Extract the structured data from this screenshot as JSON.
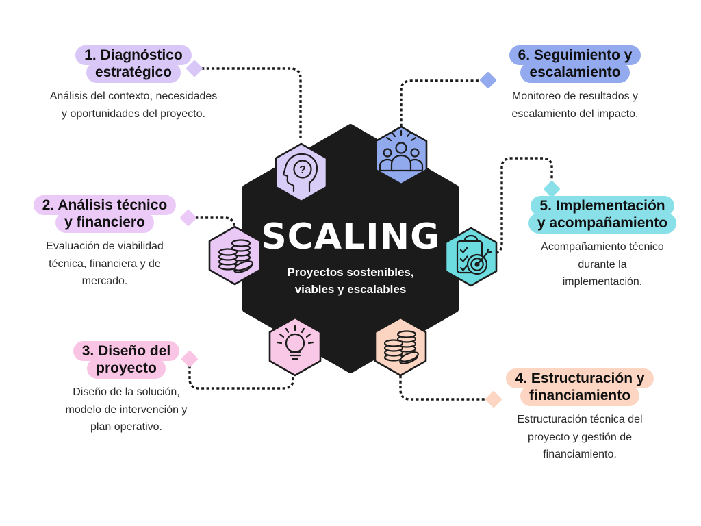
{
  "colors": {
    "center_hex": "#1b1b1b",
    "connector": "#1c1c1c",
    "background": "#ffffff"
  },
  "glyphs": {
    "question": "?"
  },
  "center": {
    "title": "SCALING",
    "subtitle": "Proyectos sostenibles,\nviables y escalables"
  },
  "steps": [
    {
      "title_lines": [
        "1. Diagnóstico",
        "estratégico"
      ],
      "description": "Análisis del contexto, necesidades\ny oportunidades del proyecto.",
      "accent": "#d9c8f7",
      "hex_color": "#d8cdf6",
      "icon": "head-question-icon"
    },
    {
      "title_lines": [
        "2. Análisis técnico",
        "y financiero"
      ],
      "description": "Evaluación de viabilidad\ntécnica, financiera y de\nmercado.",
      "accent": "#eccaf8",
      "hex_color": "#eac8f6",
      "icon": "coins-icon"
    },
    {
      "title_lines": [
        "3. Diseño del",
        "proyecto"
      ],
      "description": "Diseño de la solución,\nmodelo de intervención y\nplan operativo.",
      "accent": "#fac5e5",
      "hex_color": "#f9c8e6",
      "icon": "lightbulb-icon"
    },
    {
      "title_lines": [
        "4. Estructuración y",
        "financiamiento"
      ],
      "description": "Estructuración técnica del\nproyecto y gestión de\nfinanciamiento.",
      "accent": "#fcd6c2",
      "hex_color": "#fbd5c2",
      "icon": "coins-icon"
    },
    {
      "title_lines": [
        "5. Implementación",
        "y acompañamiento"
      ],
      "description": "Acompañamiento técnico\ndurante la\nimplementación.",
      "accent": "#8ae0e8",
      "hex_color": "#6cdce0",
      "icon": "clipboard-target-icon"
    },
    {
      "title_lines": [
        "6. Seguimiento y",
        "escalamiento"
      ],
      "description": "Monitoreo de resultados y\nescalamiento del impacto.",
      "accent": "#93aaee",
      "hex_color": "#91a9ed",
      "icon": "team-icon"
    }
  ]
}
